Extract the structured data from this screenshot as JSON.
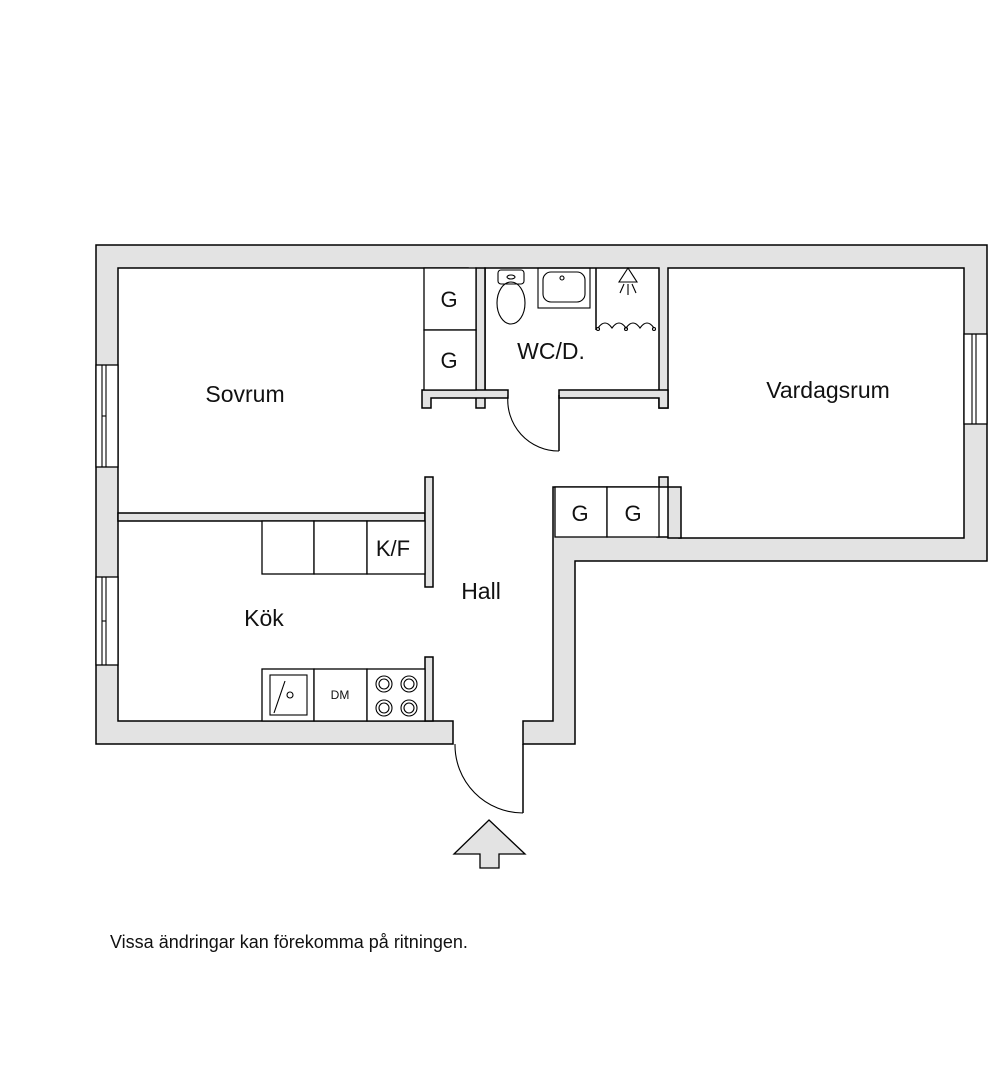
{
  "rooms": {
    "sovrum": "Sovrum",
    "wc": "WC/D.",
    "vardagsrum": "Vardagsrum",
    "kok": "Kök",
    "hall": "Hall"
  },
  "fixtures": {
    "closet": "G",
    "fridge_freezer": "K/F",
    "dishwasher": "DM"
  },
  "disclaimer": "Vissa ändringar kan förekomma på ritningen.",
  "colors": {
    "wall_fill": "#e3e3e3",
    "line": "#000000",
    "background": "#ffffff"
  }
}
